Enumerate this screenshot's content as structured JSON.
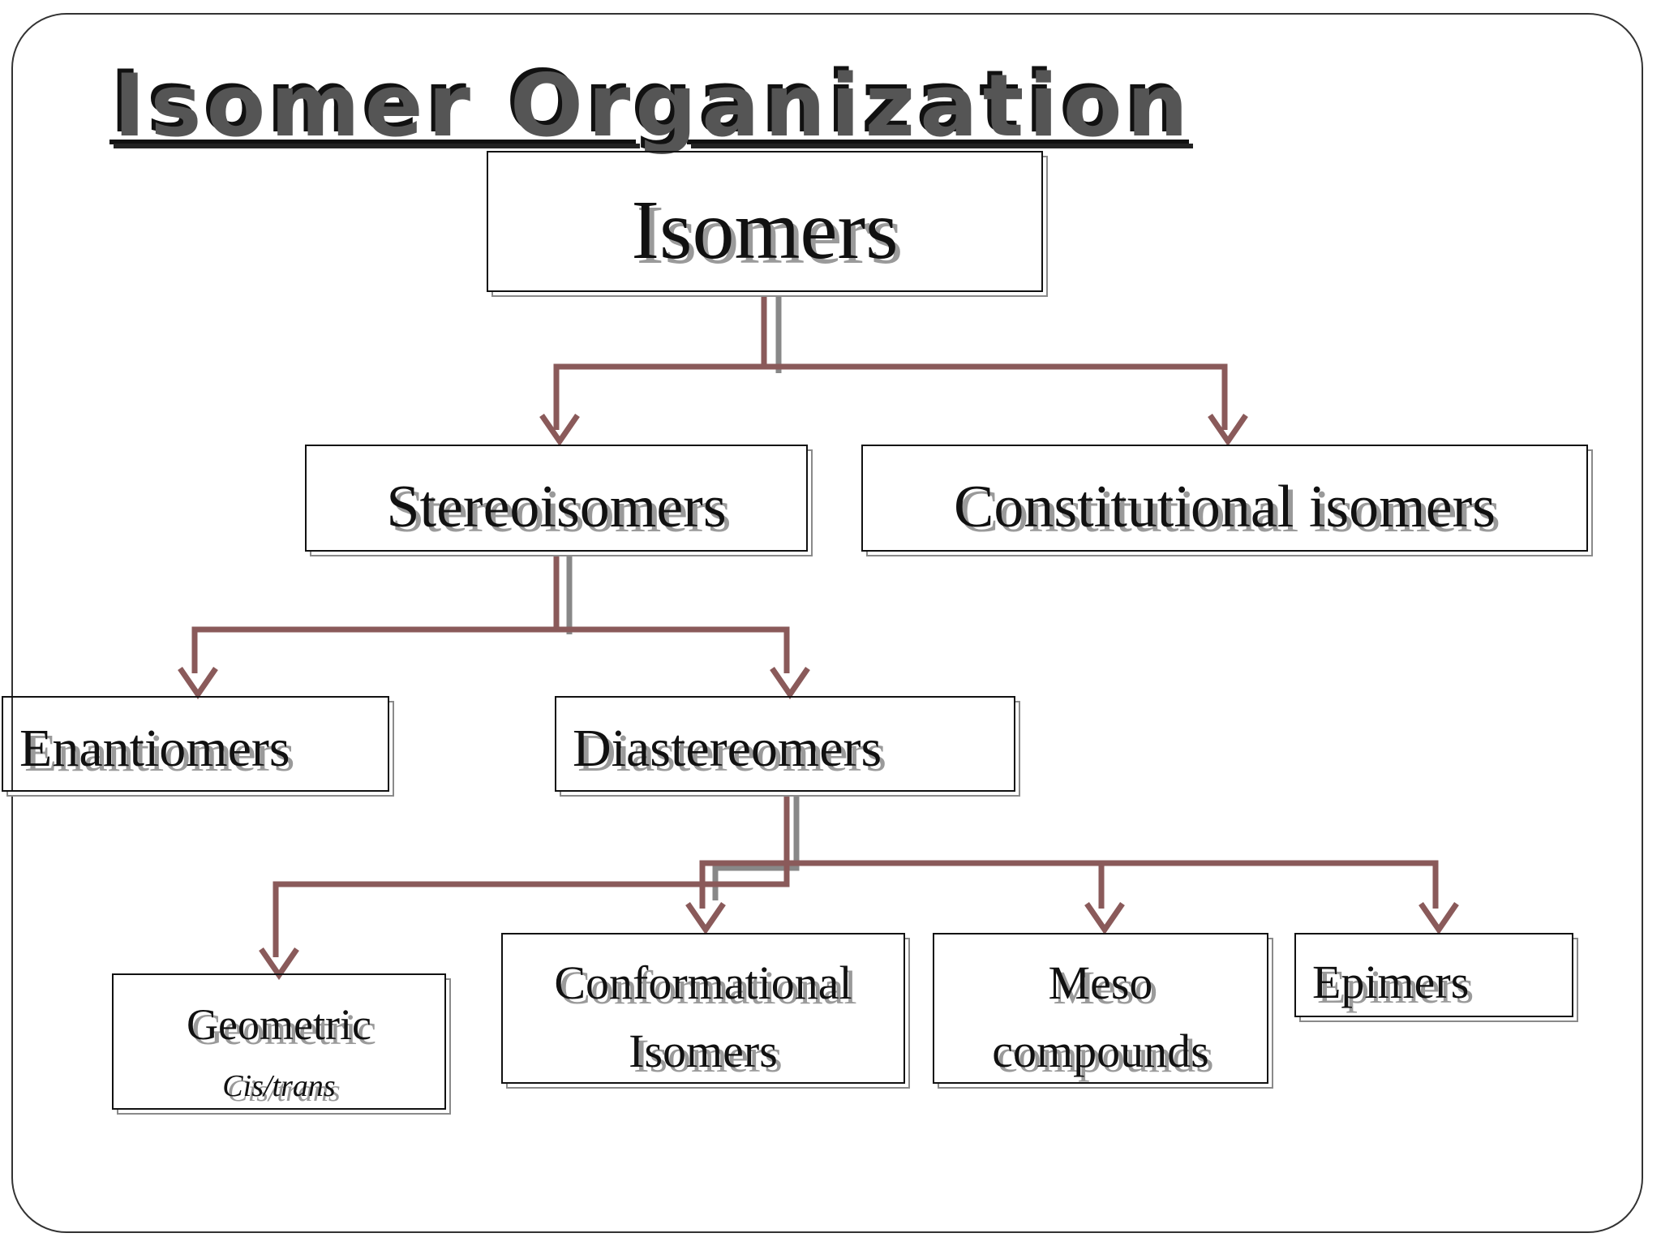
{
  "title": "Isomer Organization",
  "colors": {
    "connector": "#8a5a5a",
    "connector_shadow": "#888888",
    "border": "#111111",
    "shadow": "#9a9a9a"
  },
  "nodes": {
    "isomers": "Isomers",
    "stereoisomers": "Stereoisomers",
    "constitutional_isomers": "Constitutional isomers",
    "enantiomers": "Enantiomers",
    "diastereomers": "Diastereomers",
    "geometric": "Geometric",
    "geometric_sub": "Cis/trans",
    "conformational_isomers": "Conformational Isomers",
    "meso_compounds": "Meso compounds",
    "epimers": "Epimers"
  },
  "edges": [
    {
      "from": "Isomers",
      "to": "Stereoisomers"
    },
    {
      "from": "Isomers",
      "to": "Constitutional isomers"
    },
    {
      "from": "Stereoisomers",
      "to": "Enantiomers"
    },
    {
      "from": "Stereoisomers",
      "to": "Diastereomers"
    },
    {
      "from": "Diastereomers",
      "to": "Geometric"
    },
    {
      "from": "Diastereomers",
      "to": "Conformational Isomers"
    },
    {
      "from": "Diastereomers",
      "to": "Meso compounds"
    },
    {
      "from": "Diastereomers",
      "to": "Epimers"
    }
  ]
}
